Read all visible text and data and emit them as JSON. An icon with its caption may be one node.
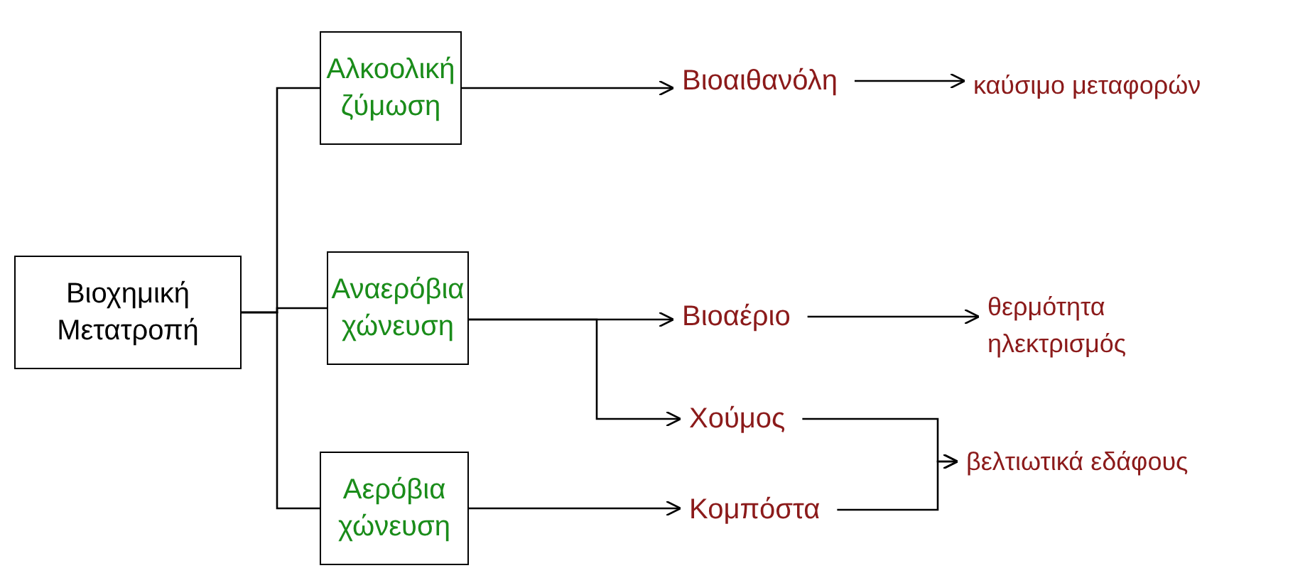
{
  "diagram": {
    "nodes": [
      {
        "text": [
          "Βιοχημική Μετατροπή"
        ]
      },
      {
        "text": [
          "Αλκοολική ζύμωση"
        ]
      },
      {
        "text": [
          "Αναερόβια χώνευση"
        ]
      },
      {
        "text": [
          "Αερόβια χώνευση"
        ]
      },
      {
        "text": [
          "Βιοαιθανόλη"
        ]
      },
      {
        "text": [
          "καύσιμο μεταφορών"
        ]
      },
      {
        "text": [
          "Βιοαέριο"
        ]
      },
      {
        "text": [
          "θερμότητα ηλεκτρισμός"
        ]
      },
      {
        "text": [
          "Χούμος"
        ]
      },
      {
        "text": [
          "Κομπόστα"
        ]
      },
      {
        "text": [
          "βελτιωτικά εδάφους"
        ]
      }
    ],
    "edges": [
      {
        "from": 0,
        "to": 1,
        "arrow": "none"
      },
      {
        "from": 0,
        "to": 2,
        "arrow": "none"
      },
      {
        "from": 0,
        "to": 3,
        "arrow": "none"
      },
      {
        "from": 1,
        "to": 4,
        "arrow": "to"
      },
      {
        "from": 4,
        "to": 5,
        "arrow": "to"
      },
      {
        "from": 2,
        "to": 6,
        "arrow": "to"
      },
      {
        "from": 2,
        "to": 8,
        "arrow": "to"
      },
      {
        "from": 6,
        "to": 7,
        "arrow": "to"
      },
      {
        "from": 3,
        "to": 9,
        "arrow": "to"
      },
      {
        "from": 8,
        "to": 10,
        "arrow": "to"
      },
      {
        "from": 9,
        "to": 10,
        "arrow": "to"
      }
    ]
  }
}
